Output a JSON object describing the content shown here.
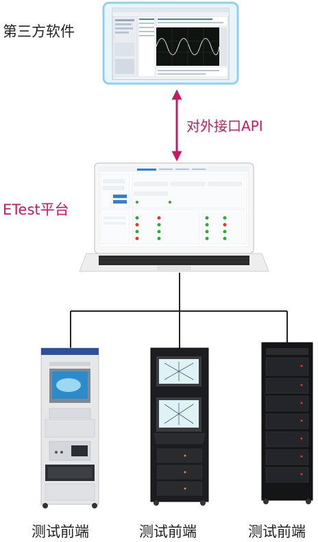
{
  "labels": {
    "third_party": "第三方软件",
    "api": "对外接口API",
    "platform": "ETest平台",
    "front_end_1": "测试前端",
    "front_end_2": "测试前端",
    "front_end_3": "测试前端"
  },
  "colors": {
    "accent": "#c8185f",
    "line": "#222222",
    "monitor_border": "#8fd0ee"
  }
}
